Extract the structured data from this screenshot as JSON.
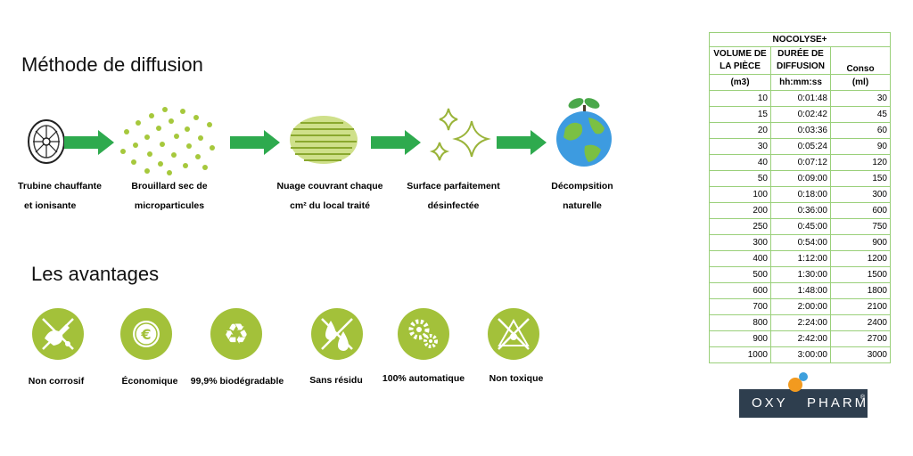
{
  "method": {
    "title": "Méthode de diffusion",
    "steps": [
      {
        "line1": "Trubine chauffante",
        "line2": "et ionisante",
        "icon": "turbine-icon"
      },
      {
        "line1": "Brouillard sec de",
        "line2": "microparticules",
        "icon": "mist-icon"
      },
      {
        "line1": "Nuage couvrant chaque",
        "line2": "cm² du local traité",
        "icon": "cloud-icon"
      },
      {
        "line1": "Surface parfaitement",
        "line2": "désinfectée",
        "icon": "sparkle-icon"
      },
      {
        "line1": "Décompsition",
        "line2": "naturelle",
        "icon": "earth-plant-icon"
      }
    ]
  },
  "advantages": {
    "title": "Les avantages",
    "items": [
      {
        "label": "Non corrosif",
        "icon": "no-corrosion-icon"
      },
      {
        "label": "Économique",
        "icon": "euro-coin-icon"
      },
      {
        "label": "99,9% biodégradable",
        "icon": "recycle-icon"
      },
      {
        "label": "Sans résidu",
        "icon": "no-drops-icon"
      },
      {
        "label": "100% automatique",
        "icon": "gears-icon"
      },
      {
        "label": "Non toxique",
        "icon": "no-toxic-icon"
      }
    ]
  },
  "table": {
    "title": "NOCOLYSE+",
    "headers": {
      "col1_line1": "VOLUME DE",
      "col1_line2": "LA PIÈCE",
      "col2_line1": "DURÉE DE",
      "col2_line2": "DIFFUSION",
      "col3": "Conso"
    },
    "units": {
      "col1": "(m3)",
      "col2": "hh:mm:ss",
      "col3": "(ml)"
    },
    "rows": [
      [
        "10",
        "0:01:48",
        "30"
      ],
      [
        "15",
        "0:02:42",
        "45"
      ],
      [
        "20",
        "0:03:36",
        "60"
      ],
      [
        "30",
        "0:05:24",
        "90"
      ],
      [
        "40",
        "0:07:12",
        "120"
      ],
      [
        "50",
        "0:09:00",
        "150"
      ],
      [
        "100",
        "0:18:00",
        "300"
      ],
      [
        "200",
        "0:36:00",
        "600"
      ],
      [
        "250",
        "0:45:00",
        "750"
      ],
      [
        "300",
        "0:54:00",
        "900"
      ],
      [
        "400",
        "1:12:00",
        "1200"
      ],
      [
        "500",
        "1:30:00",
        "1500"
      ],
      [
        "600",
        "1:48:00",
        "1800"
      ],
      [
        "700",
        "2:00:00",
        "2100"
      ],
      [
        "800",
        "2:24:00",
        "2400"
      ],
      [
        "900",
        "2:42:00",
        "2700"
      ],
      [
        "1000",
        "3:00:00",
        "3000"
      ]
    ]
  },
  "logo": {
    "left": "OXY",
    "right": "PHARM",
    "mark": "®"
  },
  "colors": {
    "accent_green": "#a3c13a",
    "arrow_green": "#2eaa4e",
    "table_border": "#9ad07a",
    "logo_bg": "#2e3e4e"
  }
}
